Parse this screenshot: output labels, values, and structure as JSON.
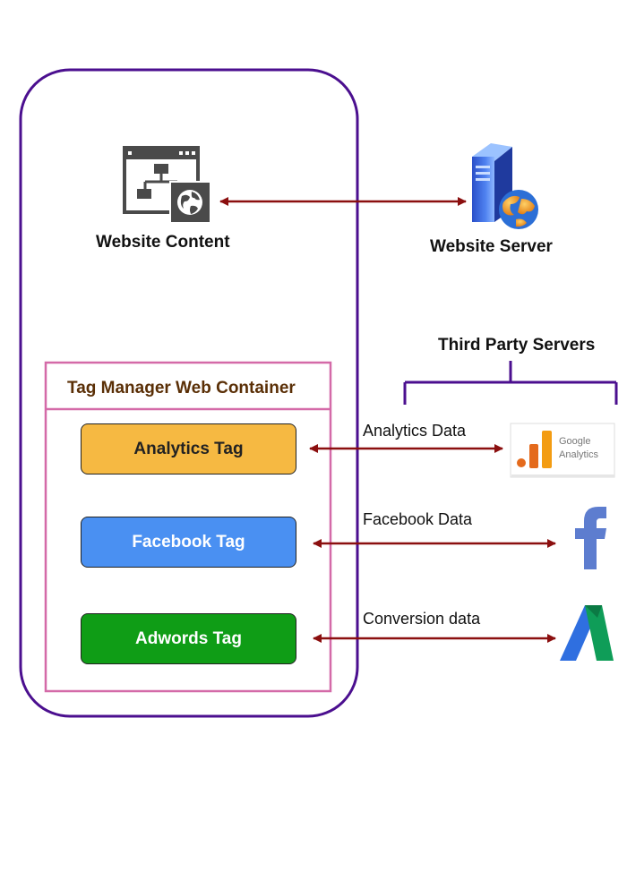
{
  "website_content": {
    "label": "Website Content"
  },
  "website_server": {
    "label": "Website Server"
  },
  "third_party": {
    "label": "Third Party Servers"
  },
  "container": {
    "title": "Tag Manager Web Container"
  },
  "tags": {
    "analytics": {
      "label": "Analytics Tag",
      "color": "#f6b942"
    },
    "facebook": {
      "label": "Facebook Tag",
      "color": "#4a90f2"
    },
    "adwords": {
      "label": "Adwords Tag",
      "color": "#0f9d16"
    }
  },
  "flows": {
    "analytics": "Analytics Data",
    "facebook": "Facebook Data",
    "conversion": "Conversion data"
  },
  "google_analytics": {
    "line1": "Google",
    "line2": "Analytics"
  },
  "colors": {
    "outer_border": "#4b0f8f",
    "container_border": "#d46aa8",
    "arrow": "#8b0f0f",
    "container_title": "#5a2f06"
  }
}
